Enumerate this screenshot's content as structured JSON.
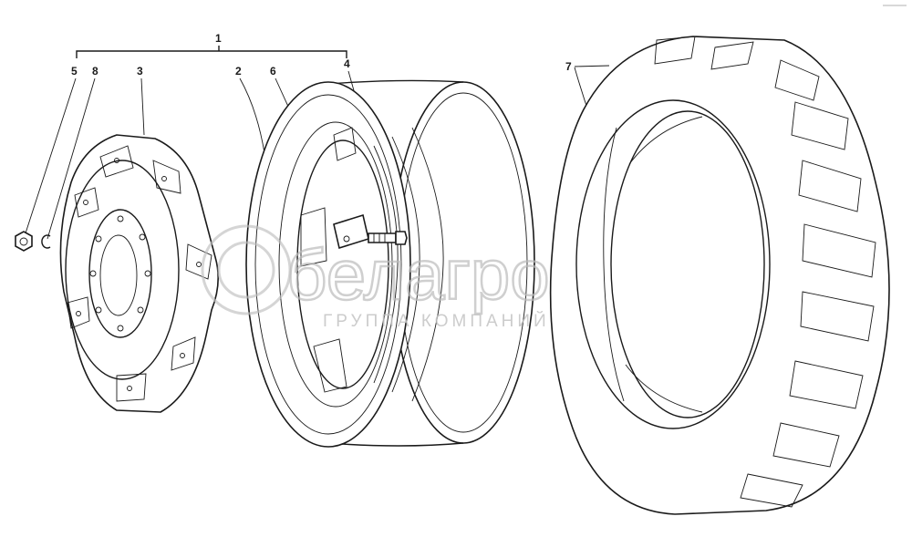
{
  "callouts": {
    "c1": "1",
    "c2": "2",
    "c3": "3",
    "c4": "4",
    "c5": "5",
    "c6": "6",
    "c7": "7",
    "c8": "8"
  },
  "watermark": {
    "brand": "белагро",
    "subtitle": "ГРУППА КОМПАНИЙ"
  },
  "colors": {
    "ink": "#1a1a1a",
    "watermark": "#bfbfbf",
    "background": "#ffffff"
  }
}
